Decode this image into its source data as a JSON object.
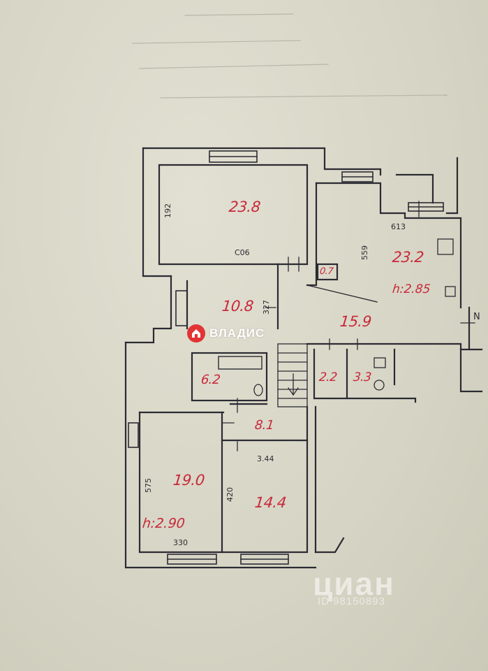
{
  "rooms": [
    {
      "key": "room_a",
      "area": "23.8"
    },
    {
      "key": "room_b",
      "area": "23.2"
    },
    {
      "key": "room_c",
      "area": "10.8"
    },
    {
      "key": "room_d",
      "area": "0.7"
    },
    {
      "key": "room_e",
      "area": "15.9"
    },
    {
      "key": "room_f",
      "area": "6.2"
    },
    {
      "key": "room_g",
      "area": "2.2"
    },
    {
      "key": "room_h",
      "area": "3.3"
    },
    {
      "key": "room_i",
      "area": "8.1"
    },
    {
      "key": "room_j",
      "area": "19.0"
    },
    {
      "key": "room_k",
      "area": "14.4"
    }
  ],
  "dimensions": {
    "d1": "192",
    "d2": "C06",
    "d3": "613",
    "d4": "559",
    "d5": "327",
    "d6": "3.44",
    "d7": "575",
    "d8": "420",
    "d9": "330"
  },
  "ceilings": {
    "c1": "h:2.85",
    "c2": "h:2.90"
  },
  "north_marker": "N",
  "watermarks": {
    "vladis": "ВЛАДИС",
    "cian": "циан",
    "cian_id": "ID 98150893"
  },
  "colors": {
    "ink": "#2b2b33",
    "area_text": "#c8283a",
    "paper": "#d9d7c8"
  }
}
